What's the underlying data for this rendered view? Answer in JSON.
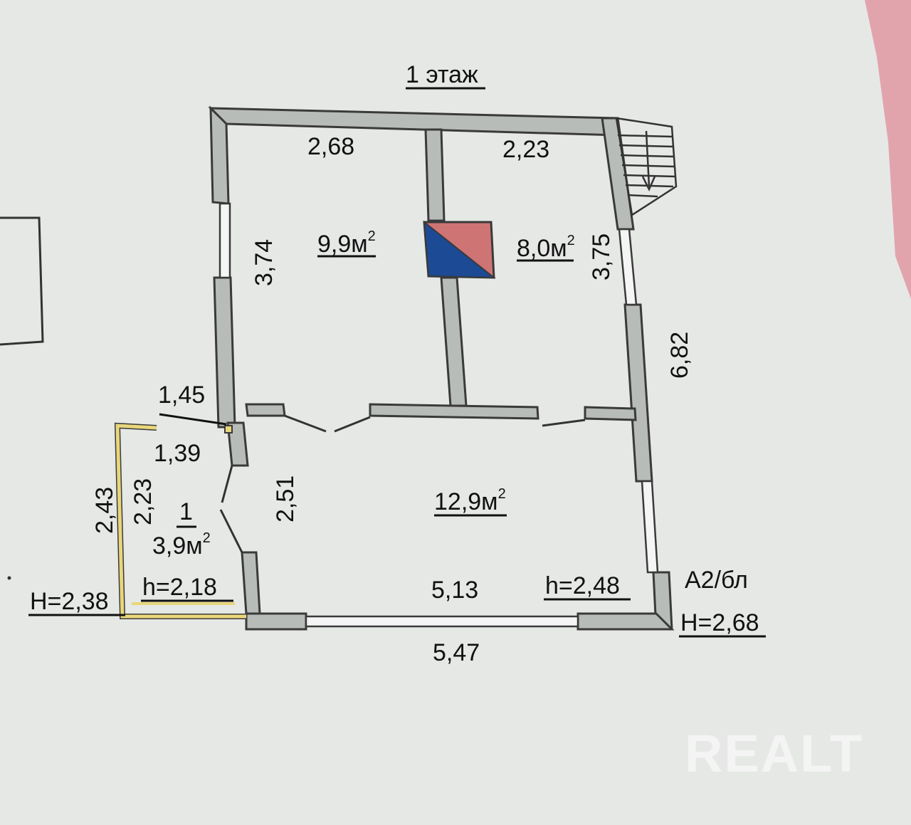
{
  "plan": {
    "title": "1 этаж",
    "class_label": "А2/бл",
    "rooms": {
      "room_left": {
        "area": "9,9м",
        "sup": "2"
      },
      "room_right": {
        "area": "8,0м",
        "sup": "2"
      },
      "room_main": {
        "area": "12,9м",
        "sup": "2"
      },
      "porch": {
        "number": "1",
        "area": "3,9м",
        "sup": "2"
      }
    },
    "dimensions": {
      "top_left": "2,68",
      "top_right": "2,23",
      "left_height": "3,74",
      "right_height": "3,75",
      "right_total": "6,82",
      "porch_top": "1,45",
      "porch_inner_top": "1,39",
      "main_height": "2,51",
      "porch_outer_side": "2,43",
      "porch_inner_side": "2,23",
      "main_width_inner": "5,13",
      "bottom_total": "5,47"
    },
    "heights": {
      "porch_outer": "H=2,38",
      "porch_inner": "h=2,18",
      "main_room": "h=2,48",
      "building": "H=2,68"
    },
    "colors": {
      "wall_fill": "#b8bcb8",
      "wall_stroke": "#3a3a3a",
      "stove_blue": "#1c4a94",
      "stove_pink": "#cf7474",
      "porch_wall": "#e8d67a",
      "background_pink": "#e2a4ac"
    }
  },
  "watermark": "REALT"
}
